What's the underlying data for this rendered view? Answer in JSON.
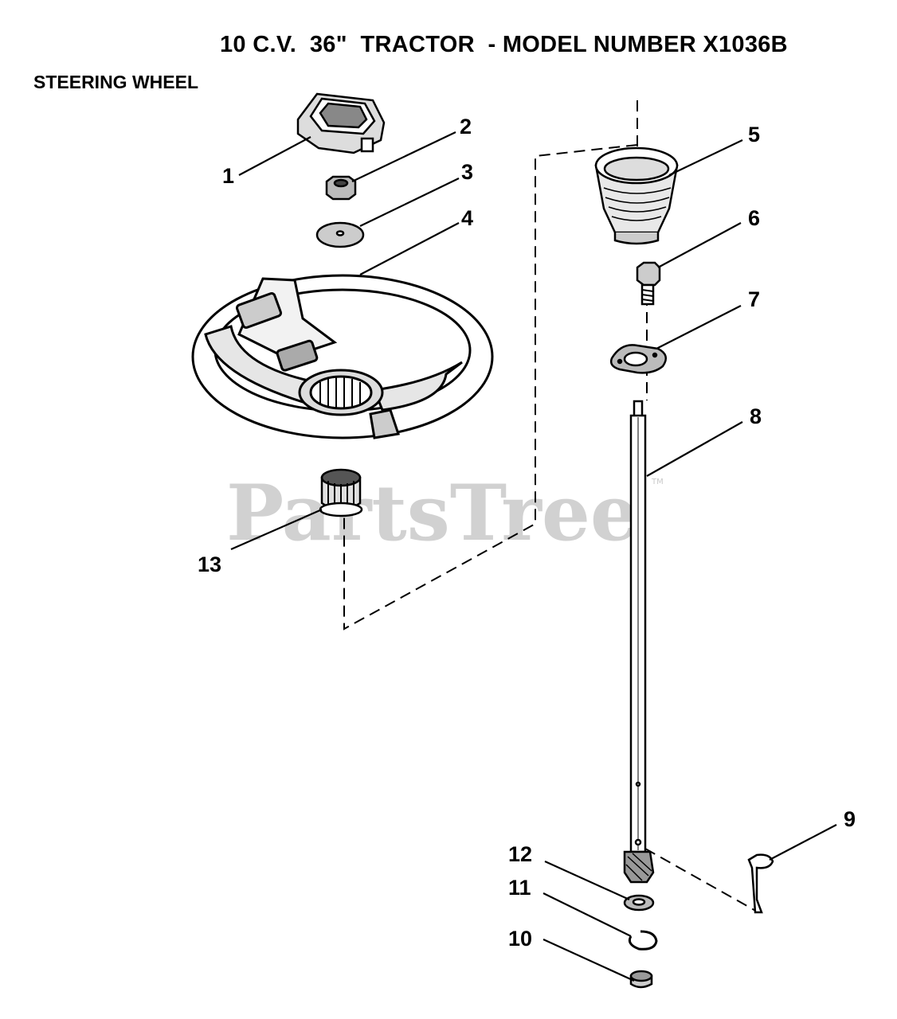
{
  "header": {
    "title": "10 C.V.  36\"  TRACTOR  - MODEL NUMBER X1036B",
    "subtitle": "STEERING WHEEL"
  },
  "watermark": {
    "text": "PartsTree",
    "tm": "TM"
  },
  "parts": [
    {
      "id": "1",
      "label": "1",
      "name": "steering-wheel-cap"
    },
    {
      "id": "2",
      "label": "2",
      "name": "nut"
    },
    {
      "id": "3",
      "label": "3",
      "name": "washer"
    },
    {
      "id": "4",
      "label": "4",
      "name": "steering-wheel"
    },
    {
      "id": "5",
      "label": "5",
      "name": "steering-boot"
    },
    {
      "id": "6",
      "label": "6",
      "name": "bolt"
    },
    {
      "id": "7",
      "label": "7",
      "name": "flange-bushing"
    },
    {
      "id": "8",
      "label": "8",
      "name": "steering-shaft"
    },
    {
      "id": "9",
      "label": "9",
      "name": "key"
    },
    {
      "id": "10",
      "label": "10",
      "name": "bushing"
    },
    {
      "id": "11",
      "label": "11",
      "name": "retaining-ring"
    },
    {
      "id": "12",
      "label": "12",
      "name": "washer-small"
    },
    {
      "id": "13",
      "label": "13",
      "name": "adapter-hub"
    }
  ]
}
